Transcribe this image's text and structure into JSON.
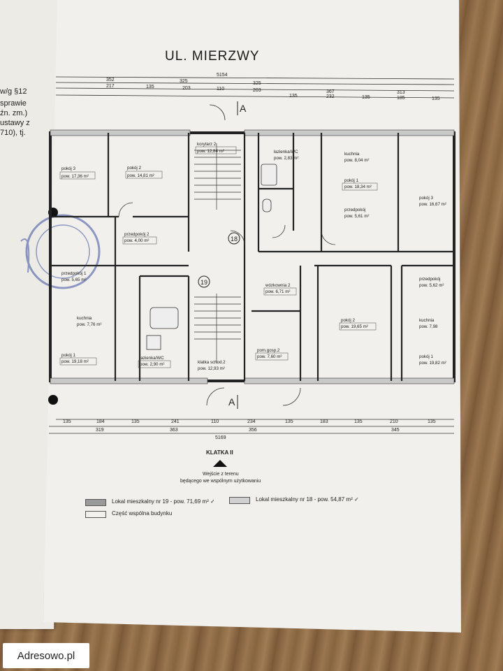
{
  "street_name": "UL. MIERZWY",
  "left_page_fragments": [
    "w/g §12",
    "sprawie",
    "źn. zm.)",
    "ustawy z",
    "710), tj."
  ],
  "top_dimensions": {
    "overall": "5154",
    "row1": [
      "352",
      "325",
      "325"
    ],
    "row2": [
      "217",
      "135",
      "203",
      "110",
      "203",
      "135",
      "232",
      "135",
      "185",
      "135"
    ],
    "extra": [
      "367",
      "313"
    ]
  },
  "bottom_dimensions": {
    "overall": "5169",
    "row1": [
      "135",
      "184",
      "135",
      "241",
      "110",
      "234",
      "135",
      "183",
      "135",
      "210",
      "135"
    ],
    "row2": [
      "319",
      "363",
      "356",
      "345"
    ]
  },
  "rooms": [
    {
      "name": "pokój 3",
      "area": "pow. 17,36 m²"
    },
    {
      "name": "pokój 2",
      "area": "pow. 14,81 m²"
    },
    {
      "name": "korytarz 2",
      "area": "pow. 12,84 m²"
    },
    {
      "name": "łazienka/WC",
      "area": "pow. 2,83 m²"
    },
    {
      "name": "kuchnia",
      "area": "pow. 8,04 m²"
    },
    {
      "name": "pokój 1",
      "area": "pow. 18,34 m²"
    },
    {
      "name": "przedpokój",
      "area": "pow. 5,61 m²"
    },
    {
      "name": "pokój 3",
      "area": "pow. 16,67 m²"
    },
    {
      "name": "przedpokój 2",
      "area": "pow. 4,00 m²"
    },
    {
      "name": "przedpokój 1",
      "area": "pow. 5,65 m²"
    },
    {
      "name": "wózkownia 2",
      "area": "pow. 6,71 m²"
    },
    {
      "name": "przedpokój",
      "area": "pow. 5,62 m²"
    },
    {
      "name": "kuchnia",
      "area": "pow. 7,76 m²"
    },
    {
      "name": "pokój 2",
      "area": "pow. 19,65 m²"
    },
    {
      "name": "kuchnia",
      "area": "pow. 7,98"
    },
    {
      "name": "pom.gosp.2",
      "area": "pow. 7,60 m²"
    },
    {
      "name": "pokój 1",
      "area": "pow. 19,18 m²"
    },
    {
      "name": "łazienka/WC",
      "area": "pow. 2,90 m²"
    },
    {
      "name": "klatka schod.2",
      "area": "pow. 12,93 m²"
    },
    {
      "name": "pokój 1",
      "area": "pow. 19,82 m²"
    }
  ],
  "unit_numbers": [
    "18",
    "19"
  ],
  "stair_label": "KLATKA II",
  "entrance_note": [
    "Wejście z terenu",
    "będącego we wspólnym użytkowaniu"
  ],
  "legend": [
    {
      "label": "Lokal mieszkalny nr 19 - pow. 71,69 m² ✓",
      "color": "#9a9a9a"
    },
    {
      "label": "Lokal mieszkalny nr 18 - pow. 54,87 m² ✓",
      "color": "#d0d0d0"
    },
    {
      "label": "Część wspólna budynku",
      "color": "#f1f0ec"
    }
  ],
  "watermark": "Adresowo.pl"
}
